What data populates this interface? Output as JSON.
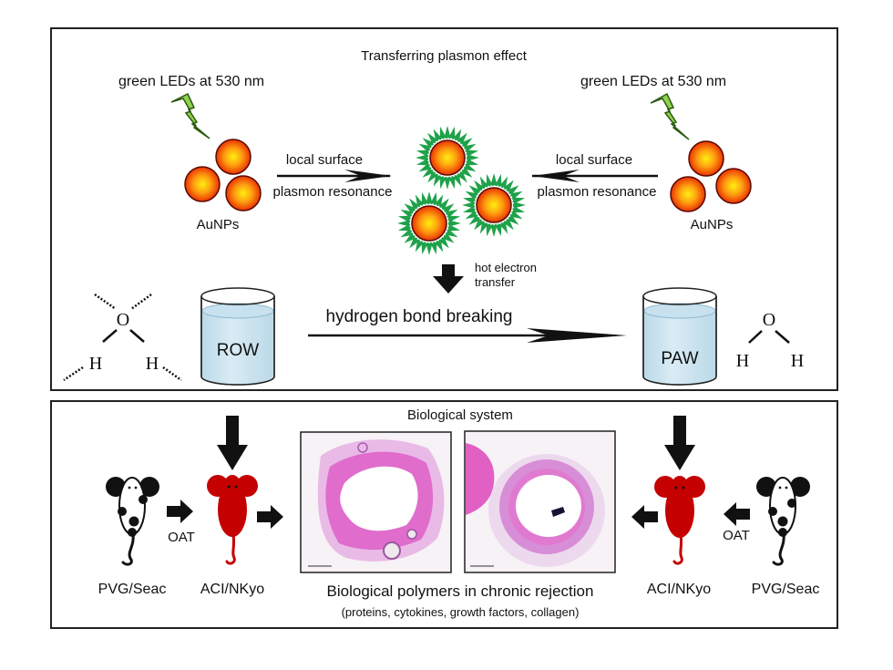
{
  "top_panel": {
    "title": "Transferring plasmon effect",
    "left_light_label": "green LEDs at 530 nm",
    "right_light_label": "green LEDs at 530 nm",
    "left_particles_label": "AuNPs",
    "right_particles_label": "AuNPs",
    "left_arrow_label_top": "local surface",
    "left_arrow_label_bottom": "plasmon resonance",
    "right_arrow_label_top": "local surface",
    "right_arrow_label_bottom": "plasmon resonance",
    "hot_electron_line1": "hot electron",
    "hot_electron_line2": "transfer",
    "process_label": "hydrogen bond breaking",
    "left_beaker_label": "ROW",
    "right_beaker_label": "PAW",
    "left_molecule": {
      "o": "O",
      "h1": "H",
      "h2": "H"
    },
    "right_molecule": {
      "o": "O",
      "h1": "H",
      "h2": "H"
    }
  },
  "bottom_panel": {
    "title": "Biological system",
    "left_donor_label": "PVG/Seac",
    "left_recipient_label": "ACI/NKyo",
    "right_recipient_label": "ACI/NKyo",
    "right_donor_label": "PVG/Seac",
    "left_transplant_label": "OAT",
    "right_transplant_label": "OAT",
    "caption": "Biological polymers in chronic rejection",
    "subcaption": "(proteins, cytokines, growth factors, collagen)"
  },
  "colors": {
    "nanoparticle_core": "#ffe600",
    "nanoparticle_edge": "#e01800",
    "led_bolt": "#8fd14f",
    "shell_spikes": "#1fa24a",
    "water": "#cfe6f1",
    "recipient_rat": "#c40000",
    "tissue_pink": "#e070c8"
  }
}
